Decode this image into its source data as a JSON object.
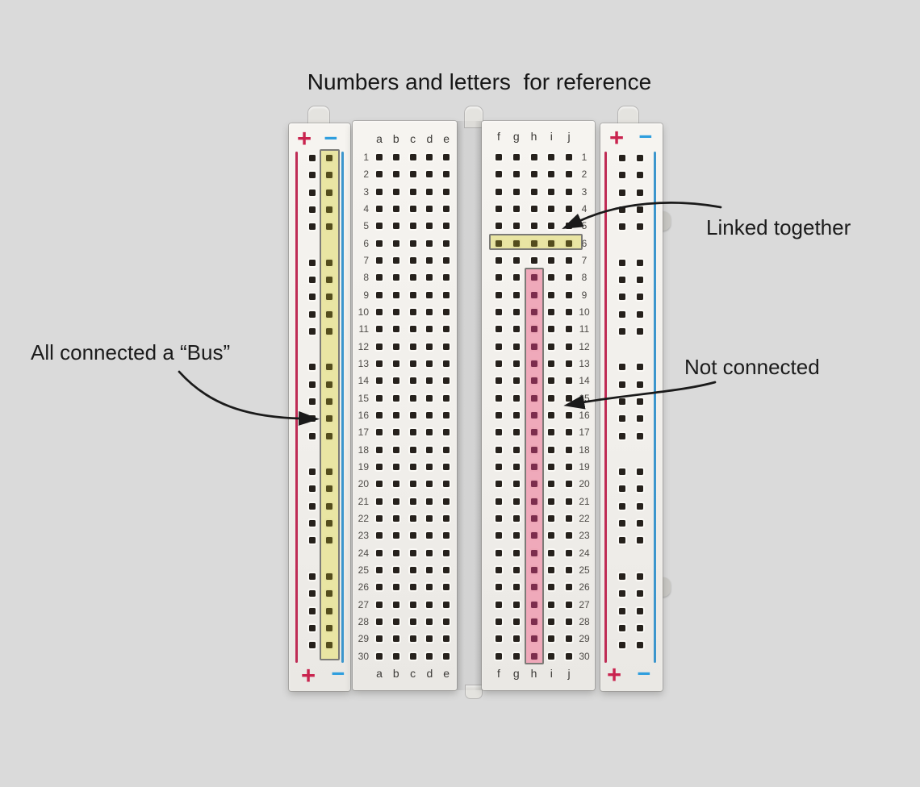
{
  "title": "Numbers and letters  for reference",
  "annotations": {
    "bus": {
      "label": "All connected a “Bus”"
    },
    "linked": {
      "label": "Linked together"
    },
    "not_connected": {
      "label": "Not connected"
    }
  },
  "breadboard": {
    "rows": 30,
    "left_columns": [
      "a",
      "b",
      "c",
      "d",
      "e"
    ],
    "right_columns": [
      "f",
      "g",
      "h",
      "i",
      "j"
    ],
    "rail": {
      "plus": "+",
      "minus": "−"
    },
    "highlights": {
      "bus_column": {
        "where": "left power rail inner column",
        "color": "#e9e5a3"
      },
      "linked_row": {
        "row": 6,
        "columns": "f–j",
        "color": "#e9e5a3"
      },
      "not_connected_column": {
        "column": "h",
        "rows": "8–30",
        "color": "#efa9ba"
      }
    },
    "colors": {
      "positive_rail": "#c9234e",
      "negative_rail": "#2f9ede",
      "hole": "#26211c",
      "board": "#f1efeb",
      "background": "#dadada"
    }
  }
}
